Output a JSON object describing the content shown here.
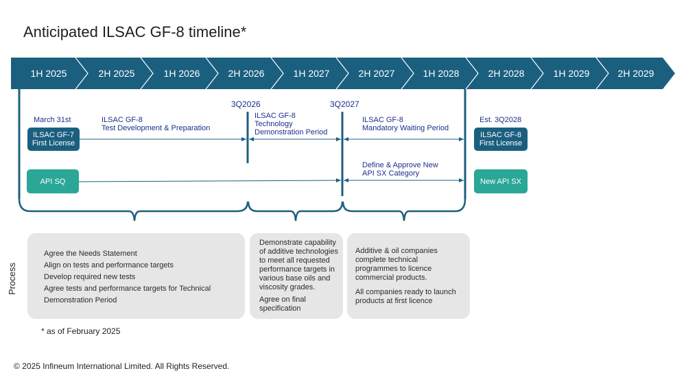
{
  "title": "Anticipated ILSAC GF-8 timeline*",
  "colors": {
    "bar": "#1b5f7f",
    "teal": "#2aa796",
    "label_blue": "#1a2f8a",
    "process_bg": "#e6e6e6"
  },
  "timeline": {
    "periods": [
      "1H 2025",
      "2H 2025",
      "1H 2026",
      "2H 2026",
      "1H 2027",
      "2H 2027",
      "1H 2028",
      "2H 2028",
      "1H 2029",
      "2H 2029"
    ]
  },
  "markers": {
    "m1": "3Q2026",
    "m2": "3Q2027"
  },
  "milestones": {
    "gf7_date": "March 31st",
    "gf7_line1": "ILSAC GF-7",
    "gf7_line2": "First License",
    "gf8_date": "Est. 3Q2028",
    "gf8_line1": "ILSAC GF-8",
    "gf8_line2": "First License",
    "api_sq": "API SQ",
    "api_sx": "New API SX"
  },
  "phases": {
    "test_dev_line1": "ILSAC GF-8",
    "test_dev_line2": "Test Development & Preparation",
    "tech_demo_line1": "ILSAC GF-8",
    "tech_demo_line2": "Technology",
    "tech_demo_line3": "Demonstration Period",
    "waiting_line1": "ILSAC GF-8",
    "waiting_line2": "Mandatory Waiting Period",
    "api_sx_line1": "Define & Approve New",
    "api_sx_line2": "API SX Category"
  },
  "process": {
    "label": "Process",
    "box1": [
      "Agree the Needs Statement",
      "Align on tests and performance targets",
      "Develop required new tests",
      "Agree tests and performance targets for Technical",
      "Demonstration Period"
    ],
    "box2": {
      "para1": [
        "Demonstrate capability",
        "of additive technologies",
        "to meet all requested",
        "performance targets in",
        "various base oils and",
        "viscosity grades."
      ],
      "para2": [
        "Agree on final",
        "specification"
      ]
    },
    "box3": {
      "para1": [
        "Additive & oil companies",
        "complete technical",
        "programmes to licence",
        "commercial products."
      ],
      "para2": [
        "All companies ready to launch",
        "products at first licence"
      ]
    }
  },
  "footnote": "* as of February 2025",
  "copyright": "© 2025 Infineum International Limited. All Rights Reserved."
}
